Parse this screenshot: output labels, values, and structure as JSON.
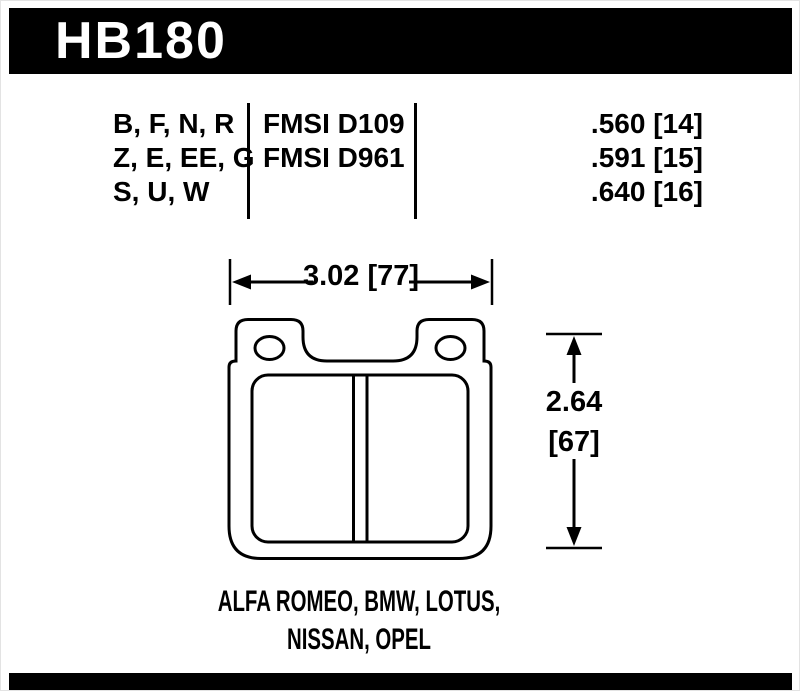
{
  "part_number": "HB180",
  "spec_table": {
    "compound_column": [
      "B, F, N, R",
      "Z, E, EE, G",
      "S, U, W"
    ],
    "fmsi_column": [
      "FMSI D109",
      "FMSI D961"
    ],
    "thickness_column": [
      ".560 [14]",
      ".591 [15]",
      ".640 [16]"
    ]
  },
  "dimensions": {
    "width_label": "3.02 [77]",
    "height_label_line1": "2.64",
    "height_label_line2": "[67]"
  },
  "applications": {
    "line1": "ALFA ROMEO, BMW, LOTUS,",
    "line2": "NISSAN, OPEL"
  },
  "colors": {
    "ink": "#000000",
    "banner_background": "#000000",
    "banner_text": "#ffffff",
    "page_background": "#ffffff"
  }
}
